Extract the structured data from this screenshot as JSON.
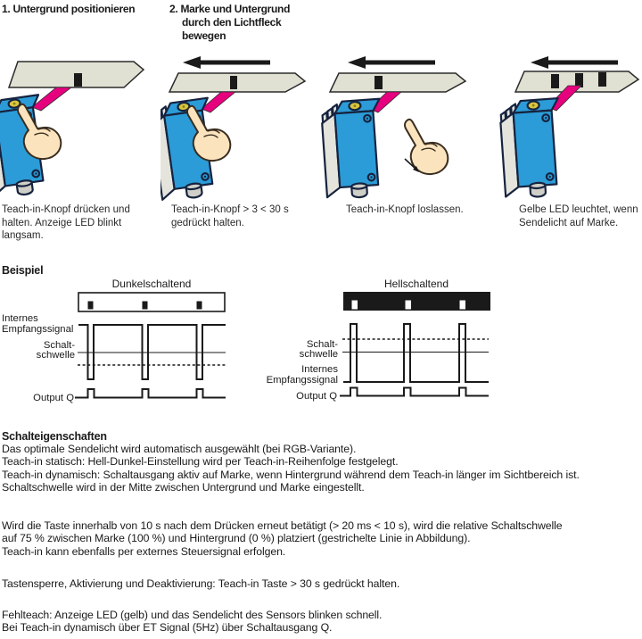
{
  "steps": {
    "step1_title": "1. Untergrund positionieren",
    "step2_line1": "2. Marke und Untergrund",
    "step2_line2": "durch den Lichtfleck",
    "step2_line3": "bewegen"
  },
  "captions": [
    [
      "Teach-in-Knopf drücken und",
      "halten. Anzeige LED blinkt",
      "langsam."
    ],
    [
      "Teach-in-Knopf > 3 < 30 s",
      "gedrückt halten."
    ],
    [
      "Teach-in-Knopf loslassen."
    ],
    [
      "Gelbe LED leuchtet, wenn",
      "Sendelicht auf Marke."
    ]
  ],
  "beispiel": {
    "heading": "Beispiel",
    "left_title": "Dunkelschaltend",
    "right_title": "Hellschaltend",
    "labels": {
      "internes1": "Internes",
      "internes2": "Empfangssignal",
      "schwelle1": "Schalt-",
      "schwelle2": "schwelle",
      "output": "Output Q"
    }
  },
  "text": {
    "heading": "Schalteigenschaften",
    "p1": [
      "Das optimale Sendelicht wird automatisch ausgewählt (bei RGB-Variante).",
      "Teach-in statisch: Hell-Dunkel-Einstellung wird per Teach-in-Reihenfolge festgelegt.",
      "Teach-in dynamisch: Schaltausgang aktiv auf Marke, wenn Hintergrund während dem Teach-in länger im Sichtbereich ist.",
      "Schaltschwelle wird in der Mitte zwischen Untergrund und Marke eingestellt."
    ],
    "p2": [
      "Wird die Taste innerhalb von 10 s nach dem Drücken erneut betätigt (> 20 ms < 10 s), wird die relative Schaltschwelle",
      "auf 75 % zwischen Marke (100 %) und Hintergrund (0 %) platziert (gestrichelte Linie in Abbildung).",
      "Teach-in kann ebenfalls per externes Steuersignal erfolgen."
    ],
    "p3": [
      "Tastensperre, Aktivierung und Deaktivierung: Teach-in Taste > 30 s gedrückt halten."
    ],
    "p4": [
      "Fehlteach: Anzeige LED (gelb) und das Sendelicht des Sensors blinken schnell.",
      "Bei Teach-in dynamisch über ET Signal (5Hz) über Schaltausgang Q."
    ]
  },
  "icons": {
    "sensor": "photoelectric-sensor",
    "hand": "pressing-hand",
    "arrow": "move-left-arrow",
    "beam": "magenta-light-beam",
    "surface": "background-strip-with-mark"
  },
  "colors": {
    "beam": "#E6007E",
    "sensor_blue": "#2B9CD8",
    "sensor_outline": "#16233F",
    "surface": "#E0E0D3",
    "surface_outline": "#2B2B2B",
    "mark": "#1A1A1A",
    "button_yellow": "#D9C63F",
    "skin": "#FBE3BD",
    "ink": "#1A1A1A"
  }
}
